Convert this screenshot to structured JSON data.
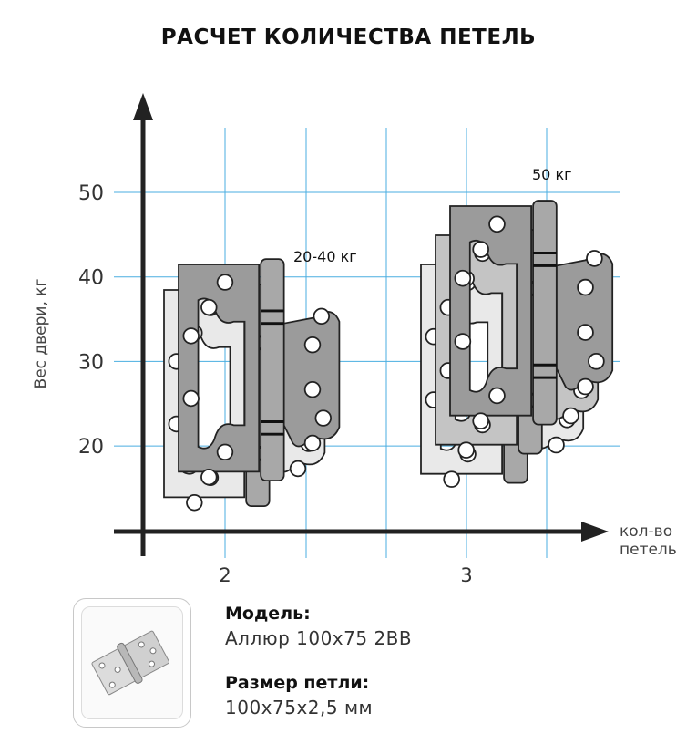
{
  "page": {
    "title": "РАСЧЕТ КОЛИЧЕСТВА ПЕТЕЛЬ"
  },
  "chart_data": {
    "type": "scatter",
    "title": "РАСЧЕТ КОЛИЧЕСТВА ПЕТЕЛЬ",
    "xlabel": [
      "кол-во",
      "петель"
    ],
    "ylabel": "Вес двери, кг",
    "x_ticks": [
      2,
      3
    ],
    "y_ticks": [
      20,
      30,
      40,
      50
    ],
    "ylim": [
      10,
      58
    ],
    "grid": true,
    "points": [
      {
        "hinges": 2,
        "weight_label": "20-40 кг",
        "weight_min": 20,
        "weight_max": 40
      },
      {
        "hinges": 3,
        "weight_label": "50 кг",
        "weight_max": 50
      }
    ]
  },
  "product": {
    "model_label": "Модель:",
    "model_value": "Аллюр 100х75 2ВВ",
    "size_label": "Размер петли:",
    "size_value": "100х75х2,5 мм",
    "thumbnail_icon": "hinge-product-icon"
  },
  "colors": {
    "grid": "#4aaee0",
    "axis": "#222222",
    "hinge_dark": "#9b9b9b",
    "hinge_mid": "#c4c4c4",
    "hinge_light": "#e9e9e9",
    "pin": "#a8a8a8"
  }
}
